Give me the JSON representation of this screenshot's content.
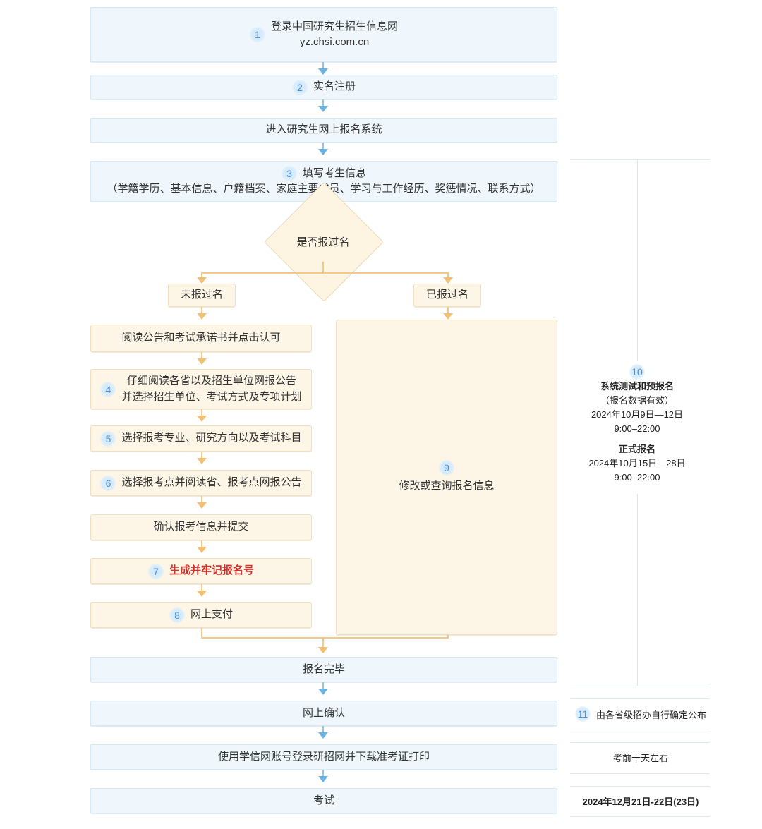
{
  "flow": {
    "steps": {
      "s1": {
        "num": "1",
        "line1": "登录中国研究生招生信息网",
        "line2": "yz.chsi.com.cn"
      },
      "s2": {
        "num": "2",
        "label": "实名注册"
      },
      "s3": {
        "label": "进入研究生网上报名系统"
      },
      "s4": {
        "num": "3",
        "line1": "填写考生信息",
        "line2": "（学籍学历、基本信息、户籍档案、家庭主要成员、学习与工作经历、奖惩情况、联系方式）"
      },
      "decision": {
        "label": "是否报过名"
      },
      "branch_no": {
        "label": "未报过名"
      },
      "branch_yes": {
        "label": "已报过名"
      },
      "b1": {
        "label": "阅读公告和考试承诺书并点击认可"
      },
      "b2": {
        "num": "4",
        "line1": "仔细阅读各省以及招生单位网报公告",
        "line2": "并选择招生单位、考试方式及专项计划"
      },
      "b3": {
        "num": "5",
        "label": "选择报考专业、研究方向以及考试科目"
      },
      "b4": {
        "num": "6",
        "label": "选择报考点并阅读省、报考点网报公告"
      },
      "b5": {
        "label": "确认报考信息并提交"
      },
      "b6": {
        "num": "7",
        "label": "生成并牢记报名号"
      },
      "b7": {
        "num": "8",
        "label": "网上支付"
      },
      "right_panel": {
        "num": "9",
        "label": "修改或查询报名信息"
      },
      "done": {
        "label": "报名完毕"
      },
      "confirm": {
        "label": "网上确认"
      },
      "admit": {
        "label": "使用学信网账号登录研招网并下载准考证打印"
      },
      "exam": {
        "label": "考试"
      }
    }
  },
  "timeline": {
    "block10": {
      "num": "10",
      "title1": "系统测试和预报名",
      "sub1": "（报名数据有效）",
      "date1": "2024年10月9日—12日",
      "time1": "9:00–22:00",
      "title2": "正式报名",
      "date2": "2024年10月15日—28日",
      "time2": "9:00–22:00"
    },
    "row11": {
      "num": "11",
      "label": "由各省级招办自行确定公布"
    },
    "row12": {
      "label": "考前十天左右"
    },
    "row13": {
      "label": "2024年12月21日-22日(23日)"
    }
  },
  "colors": {
    "blue_fill": "#eff7fc",
    "blue_border": "#d7e9f4",
    "cream_fill": "#fdf6e6",
    "cream_border": "#f0dfc0",
    "blue_arrow": "#6bb3e3",
    "orange_arrow": "#f3bf75",
    "badge_text": "#4a90d9",
    "highlight_red": "#d0312d"
  }
}
